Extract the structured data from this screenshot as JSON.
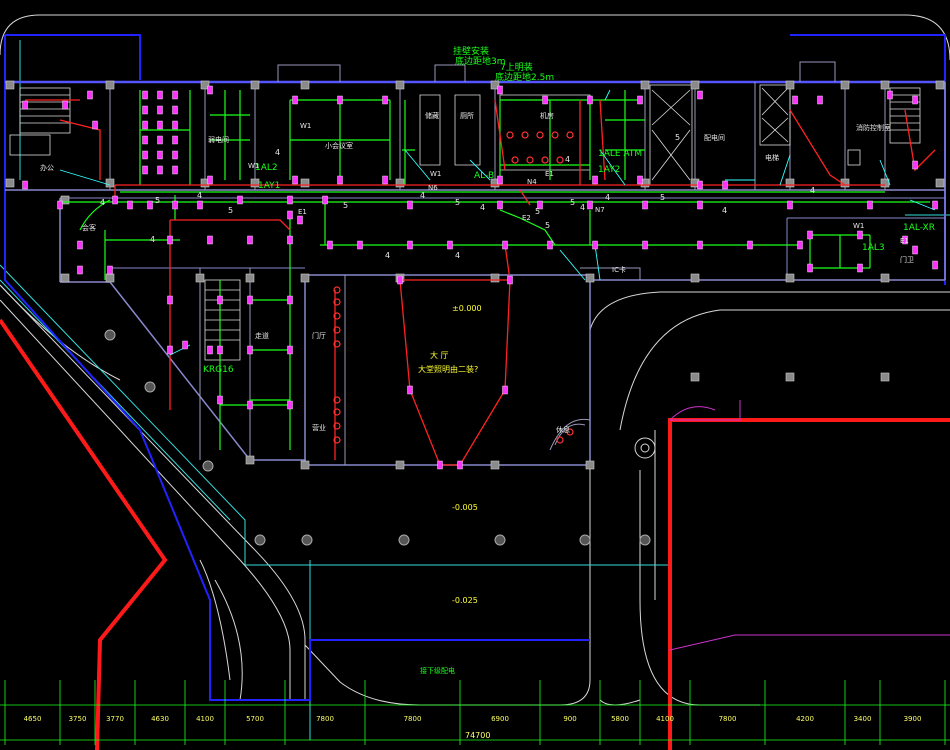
{
  "drawing": {
    "notes": {
      "install_note_1": "挂壁安装",
      "install_note_2": "底边距地3m",
      "install_note_3": "7上明装",
      "install_note_4": "底边距地2.5m",
      "lobby_note_1": "大 厅",
      "lobby_note_2": "大堂照明由二装?",
      "cable_note": "接下级配电",
      "ic_label": "IC卡"
    },
    "panels": {
      "al2": "1AL2",
      "ay1": "1AY1",
      "al_atm": "1ALE  ATM",
      "ay2": "1AY2",
      "al3": "1AL3",
      "alxr": "1AL-XR",
      "krg": "KRG16",
      "al_b": "AL-B"
    },
    "elevations": {
      "e1": "±0.000",
      "e2": "-0.005",
      "e3": "-0.025"
    },
    "circuit_tags": [
      "W1",
      "W1",
      "W1",
      "N6",
      "N4",
      "E1",
      "E2",
      "E1",
      "N7",
      "W1",
      "E1"
    ],
    "wire_counts": [
      "4",
      "4",
      "5",
      "4",
      "5",
      "4",
      "5",
      "4",
      "4",
      "4",
      "5",
      "4",
      "5",
      "5",
      "4",
      "5",
      "5",
      "4",
      "4",
      "5",
      "4",
      "4"
    ],
    "room_labels": {
      "r1": "小会议室",
      "r2": "会客",
      "r3": "弱电间",
      "r4": "机房",
      "r5": "走道",
      "r6": "配电间",
      "r7": "消防控制室",
      "r8": "办公",
      "r9": "门卫",
      "r10": "门厅",
      "r11": "营业",
      "r12": "储藏",
      "r13": "厕所",
      "r14": "电梯",
      "r15": "休息"
    },
    "dimensions": [
      "4650",
      "3750",
      "3770",
      "4630",
      "4100",
      "5700",
      "7800",
      "7800",
      "6900",
      "900",
      "5800",
      "4100",
      "7800",
      "4200",
      "3400",
      "3900"
    ],
    "total_dimension": "74700"
  }
}
